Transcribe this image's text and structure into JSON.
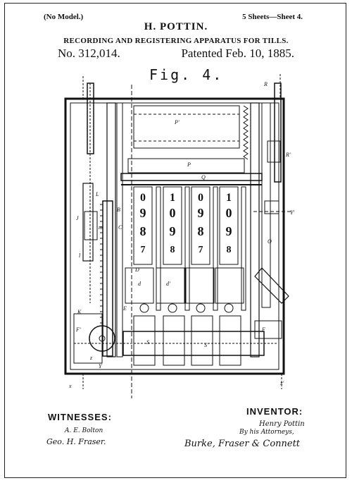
{
  "header": {
    "no_model": "(No Model.)",
    "inventor_name": "H. POTTIN.",
    "sheets": "5 Sheets—Sheet 4.",
    "title": "RECORDING AND REGISTERING APPARATUS FOR TILLS.",
    "patent_no": "No. 312,014.",
    "patented": "Patented Feb. 10, 1885."
  },
  "figure": {
    "label": "Fig. 4.",
    "wheel_columns": [
      [
        "0",
        "9",
        "8",
        "7"
      ],
      [
        "1",
        "0",
        "9",
        "8"
      ],
      [
        "0",
        "9",
        "8",
        "7"
      ],
      [
        "1",
        "0",
        "9",
        "8"
      ]
    ],
    "reference_letters": [
      "J",
      "L",
      "m",
      "l",
      "B",
      "C",
      "D",
      "d",
      "d'",
      "E",
      "F",
      "F'",
      "S",
      "S'",
      "K",
      "R",
      "R'",
      "P",
      "P'",
      "Q",
      "O",
      "Y",
      "Y'",
      "z",
      "x",
      "x'"
    ]
  },
  "footer": {
    "witnesses_label": "WITNESSES:",
    "witness_1": "A. E. Bolton",
    "witness_2": "Geo. H. Fraser.",
    "inventor_label": "INVENTOR:",
    "inventor_signature": "Henry Pottin",
    "by_attorneys": "By his Attorneys,",
    "attorney_signature": "Burke, Fraser & Connett"
  },
  "colors": {
    "ink": "#111111",
    "paper": "#ffffff"
  }
}
